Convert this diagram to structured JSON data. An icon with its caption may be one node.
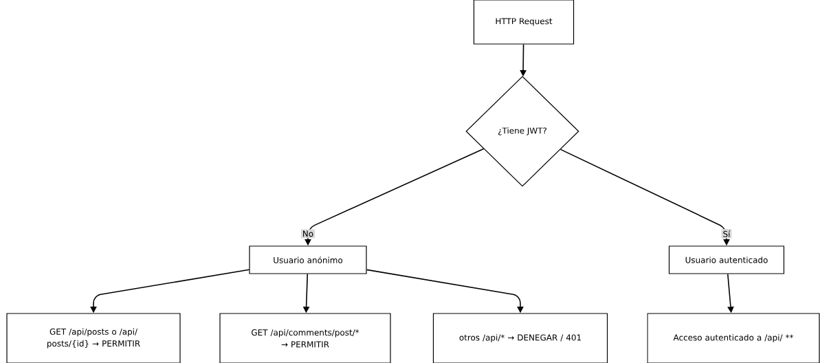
{
  "diagram": {
    "nodes": [
      {
        "text": [
          "HTTP Request"
        ]
      },
      {
        "text": [
          "¿Tiene JWT?"
        ]
      },
      {
        "text": [
          "Usuario anónimo"
        ]
      },
      {
        "text": [
          "Usuario autenticado"
        ]
      },
      {
        "text": [
          "GET /api/posts o /api/ posts/{id} → PERMITIR"
        ]
      },
      {
        "text": [
          "GET /api/comments/post/* → PERMITIR"
        ]
      },
      {
        "text": [
          "otros /api/* → DENEGAR / 401"
        ]
      },
      {
        "text": [
          "Acceso autenticado a /api/ **"
        ]
      }
    ],
    "edges": [
      {
        "from": 0,
        "to": 1,
        "arrow": "to"
      },
      {
        "from": 1,
        "to": 2,
        "arrow": "to",
        "label": "No"
      },
      {
        "from": 1,
        "to": 3,
        "arrow": "to",
        "label": "Sí"
      },
      {
        "from": 2,
        "to": 4,
        "arrow": "to"
      },
      {
        "from": 2,
        "to": 5,
        "arrow": "to"
      },
      {
        "from": 2,
        "to": 6,
        "arrow": "to"
      },
      {
        "from": 3,
        "to": 7,
        "arrow": "to"
      }
    ]
  }
}
